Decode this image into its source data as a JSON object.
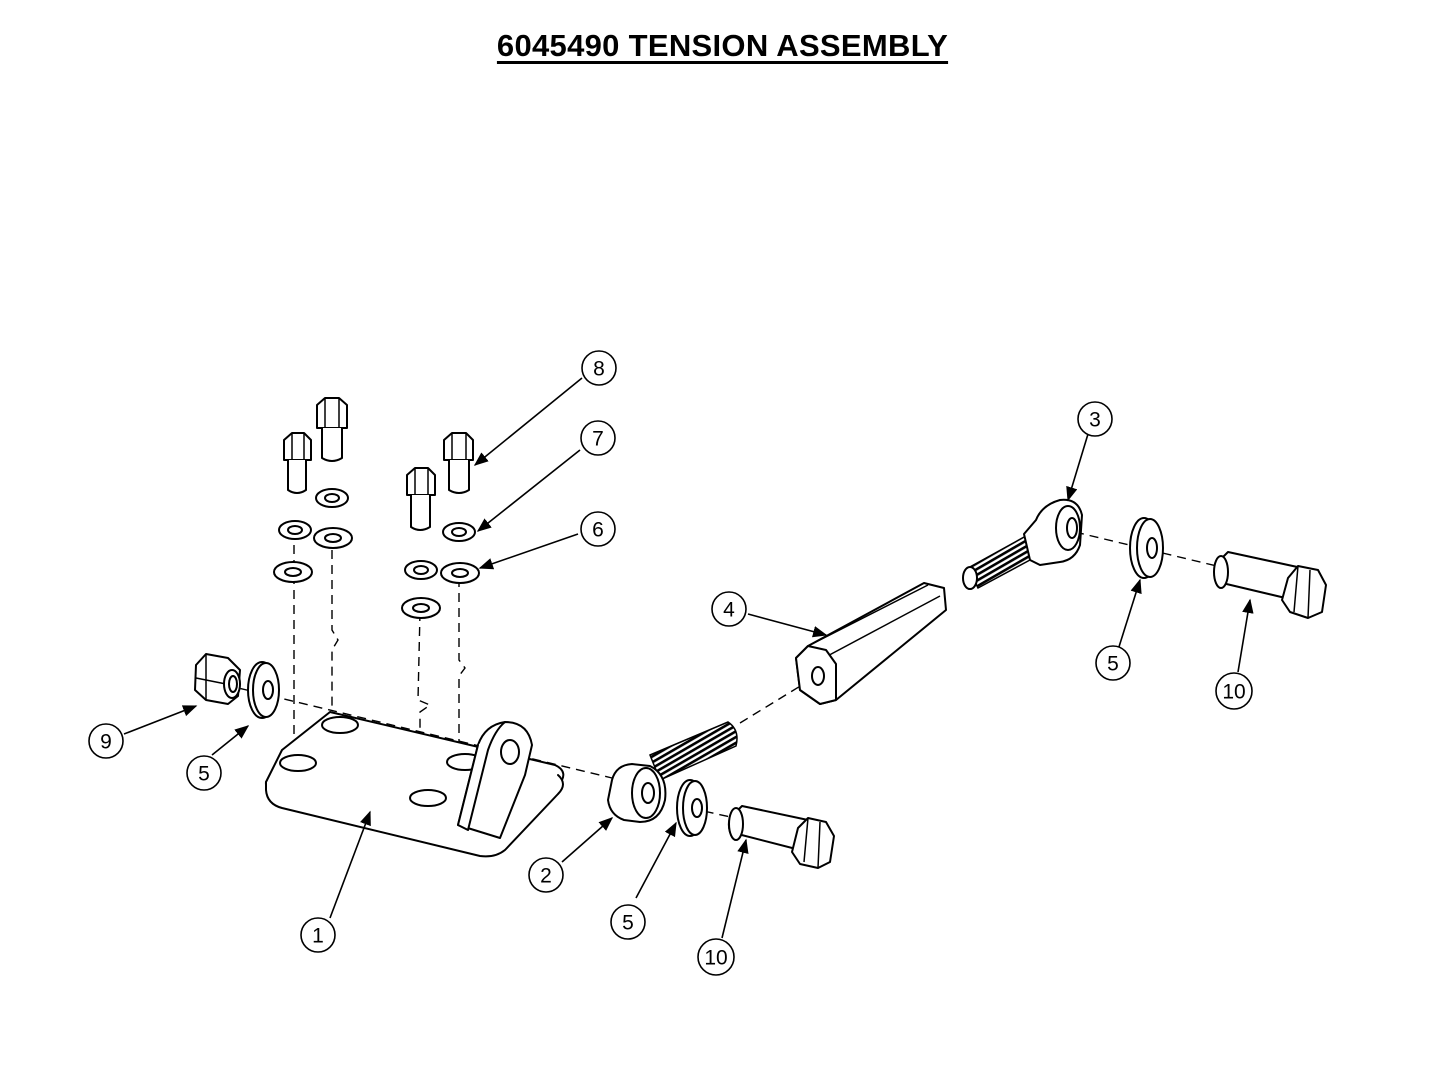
{
  "title": "6045490 TENSION ASSEMBLY",
  "callouts": {
    "c1": "1",
    "c2": "2",
    "c3": "3",
    "c4": "4",
    "c5a": "5",
    "c5b": "5",
    "c5c": "5",
    "c6": "6",
    "c7": "7",
    "c8": "8",
    "c9": "9",
    "c10a": "10",
    "c10b": "10"
  }
}
